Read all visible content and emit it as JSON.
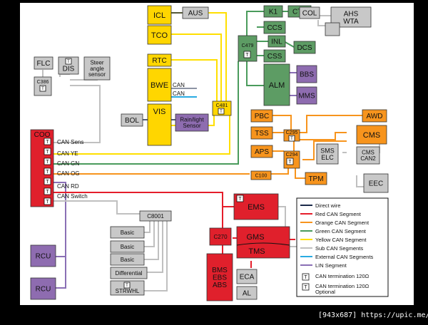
{
  "watermark": "[943x687] https://upic.me/",
  "colors": {
    "direct": "#1b2a4a",
    "red": "#e51e2b",
    "orange": "#f7941d",
    "green": "#4a9b5c",
    "yellow": "#ffdf00",
    "sub": "#c0c0c0",
    "external": "#29abe2",
    "lin": "#8a6fb5",
    "gray_box": "#c8c8c8",
    "box_stroke": "#333333",
    "yellow_box": "#ffd600",
    "orange_box": "#f7941d",
    "green_box": "#5d9c64",
    "purple_box": "#8e6cb0",
    "red_box": "#e0202c"
  },
  "nodes": {
    "aus": "AUS",
    "icl": "ICL",
    "tco": "TCO",
    "rtc": "RTC",
    "bwe": "BWE",
    "vis": "VIS",
    "bol": "BOL",
    "rain": [
      "Rain/light",
      "Sensor"
    ],
    "c481": "C481",
    "k1": "K1",
    "cts": "CTS",
    "col": "COL",
    "ahs": [
      "AHS",
      "WTA"
    ],
    "ccs": "CCS",
    "inl": "INL",
    "dcs": "DCS",
    "css": "CSS",
    "c479": "C479",
    "alm": "ALM",
    "bbs": "BBS",
    "mms": "MMS",
    "flc": "FLC",
    "dis": "DIS",
    "steer": [
      "Steer",
      "angle",
      "sensor"
    ],
    "c386": "C386",
    "coo": "COO",
    "rcu1": "RCU",
    "rcu2": "RCU",
    "pbc": "PBC",
    "tss": "TSS",
    "aps": "APS",
    "c295": "C295",
    "c294": "C294",
    "awd": "AWD",
    "cms": "CMS",
    "sms_elc": [
      "SMS",
      "ELC"
    ],
    "cms_can2": [
      "CMS",
      "CAN2"
    ],
    "tpm": "TPM",
    "c100": "C100",
    "eec": "EEC",
    "ems": "EMS",
    "c270": "C270",
    "gms": "GMS",
    "tms": "TMS",
    "bms": [
      "BMS",
      "EBS",
      "ABS"
    ],
    "eca": "ECA",
    "al": "AL",
    "c8001": "C8001",
    "basic1": "Basic",
    "basic2": "Basic",
    "basic3": "Basic",
    "differential": "Differential",
    "strwhl": "STRWHL",
    "term": "T"
  },
  "bus_labels": {
    "can_sens": "CAN Sens",
    "can_ye": "CAN YE",
    "can_gn": "CAN GN",
    "can_og": "CAN OG",
    "can_rd": "CAN RD",
    "can_switch": "CAN Switch",
    "bwe_can1": "CAN",
    "bwe_can2": "CAN"
  },
  "legend": [
    {
      "label": "Direct wire",
      "color": "direct"
    },
    {
      "label": "Red CAN Segment",
      "color": "red"
    },
    {
      "label": "Orange CAN Segment",
      "color": "orange"
    },
    {
      "label": "Green CAN Segment",
      "color": "green"
    },
    {
      "label": "Yellow CAN Segment",
      "color": "yellow"
    },
    {
      "label": "Sub CAN Segments",
      "color": "sub"
    },
    {
      "label": "External CAN Segments",
      "color": "external"
    },
    {
      "label": "LIN Segment",
      "color": "lin"
    }
  ],
  "legend_terms": {
    "t120": "CAN termination 120Ω",
    "t120_opt": [
      "CAN termination 120Ω",
      "Optional"
    ]
  }
}
